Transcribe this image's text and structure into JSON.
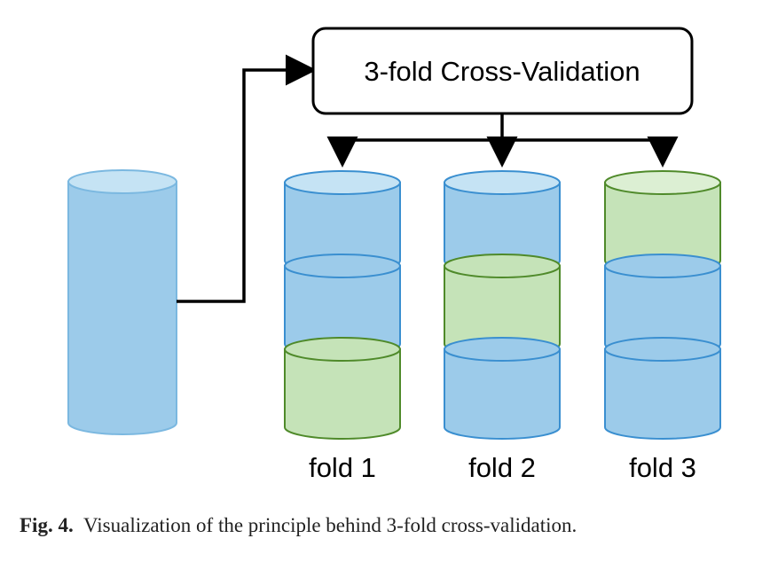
{
  "diagram": {
    "title": "3-fold Cross-Validation",
    "folds": [
      {
        "label": "fold 1",
        "segments": [
          "train",
          "train",
          "test"
        ]
      },
      {
        "label": "fold 2",
        "segments": [
          "train",
          "test",
          "train"
        ]
      },
      {
        "label": "fold 3",
        "segments": [
          "test",
          "train",
          "train"
        ]
      }
    ],
    "colors": {
      "train_fill": "#9ccbea",
      "train_top": "#c5e3f4",
      "train_stroke": "#3a8fd0",
      "test_fill": "#c5e3b8",
      "test_top": "#dcefd3",
      "test_stroke": "#4f8a2a",
      "dataset_fill": "#9ccbea",
      "dataset_top": "#c5e3f4",
      "dataset_stroke": "#7bb8e0"
    }
  },
  "caption": {
    "label": "Fig. 4.",
    "text": "Visualization of the principle behind 3-fold cross-validation."
  }
}
